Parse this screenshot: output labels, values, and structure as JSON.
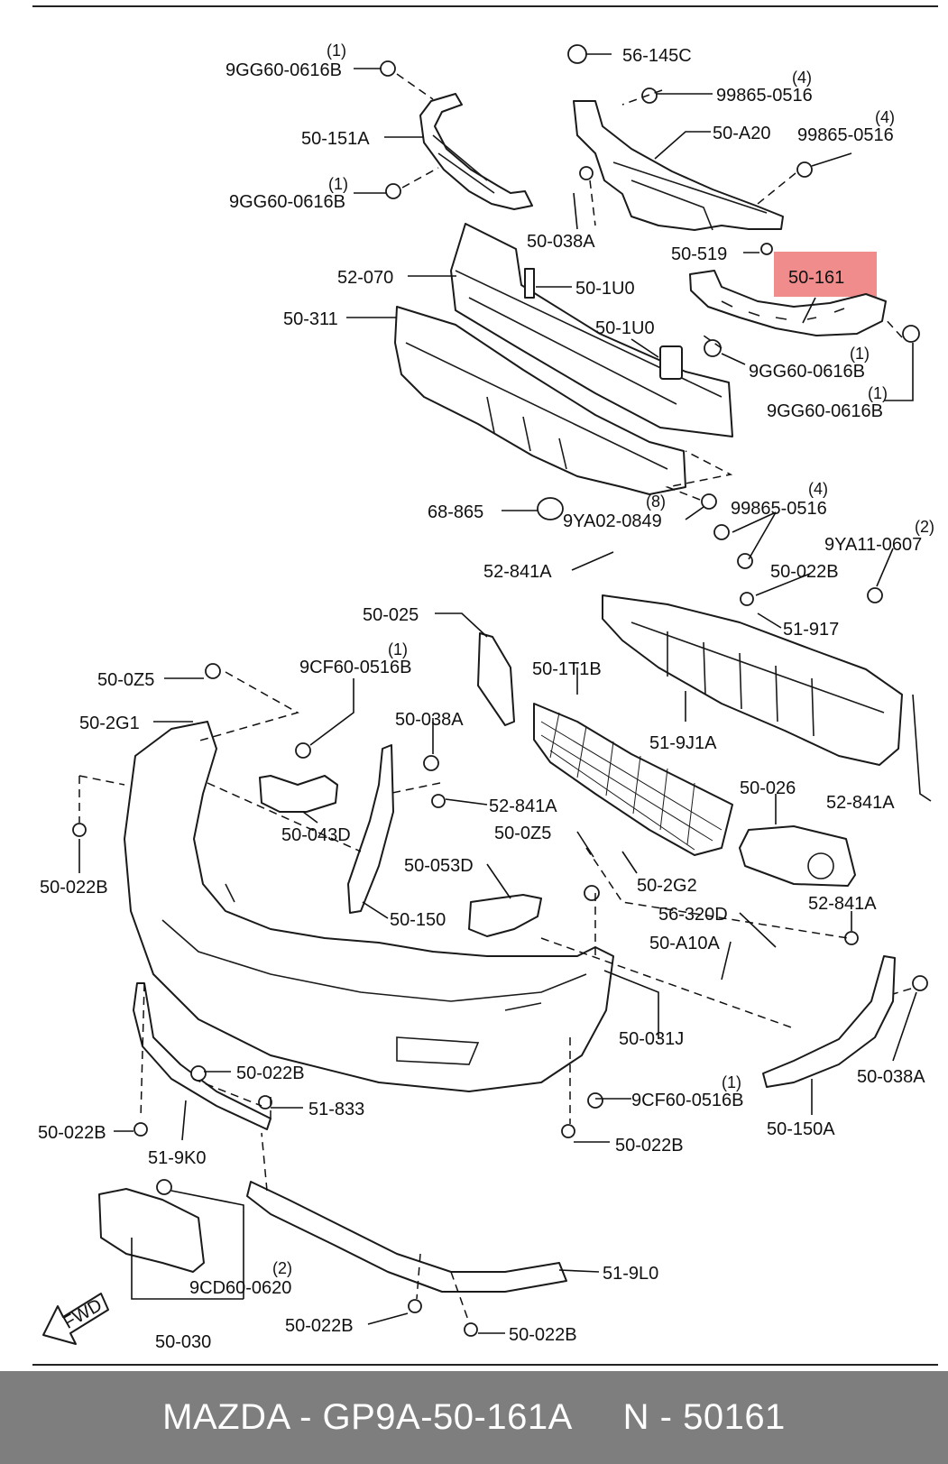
{
  "labels": [
    {
      "id": "56-145C",
      "text": "56-145C"
    },
    {
      "id": "9GG60-0616B-a",
      "text": "9GG60-0616B",
      "qty": "(1)"
    },
    {
      "id": "99865-0516-a",
      "text": "99865-0516",
      "qty": "(4)"
    },
    {
      "id": "50-151A",
      "text": "50-151A"
    },
    {
      "id": "50-A20",
      "text": "50-A20"
    },
    {
      "id": "99865-0516-b",
      "text": "99865-0516",
      "qty": "(4)"
    },
    {
      "id": "9GG60-0616B-b",
      "text": "9GG60-0616B",
      "qty": "(1)"
    },
    {
      "id": "50-038A-a",
      "text": "50-038A"
    },
    {
      "id": "50-519",
      "text": "50-519"
    },
    {
      "id": "52-070",
      "text": "52-070"
    },
    {
      "id": "50-1U0-a",
      "text": "50-1U0"
    },
    {
      "id": "50-161",
      "text": "50-161"
    },
    {
      "id": "50-311",
      "text": "50-311"
    },
    {
      "id": "50-1U0-b",
      "text": "50-1U0"
    },
    {
      "id": "9GG60-0616B-c",
      "text": "9GG60-0616B",
      "qty": "(1)"
    },
    {
      "id": "9GG60-0616B-d",
      "text": "9GG60-0616B",
      "qty": "(1)"
    },
    {
      "id": "68-865",
      "text": "68-865"
    },
    {
      "id": "9YA02-0849",
      "text": "9YA02-0849",
      "qty": "(8)"
    },
    {
      "id": "99865-0516-c",
      "text": "99865-0516",
      "qty": "(4)"
    },
    {
      "id": "9YA11-0607",
      "text": "9YA11-0607",
      "qty": "(2)"
    },
    {
      "id": "52-841A-a",
      "text": "52-841A"
    },
    {
      "id": "50-022B-a",
      "text": "50-022B"
    },
    {
      "id": "50-025",
      "text": "50-025"
    },
    {
      "id": "51-917",
      "text": "51-917"
    },
    {
      "id": "50-0Z5-a",
      "text": "50-0Z5"
    },
    {
      "id": "9CF60-0516B-a",
      "text": "9CF60-0516B",
      "qty": "(1)"
    },
    {
      "id": "50-1T1B",
      "text": "50-1T1B"
    },
    {
      "id": "50-2G1",
      "text": "50-2G1"
    },
    {
      "id": "50-038A-b",
      "text": "50-038A"
    },
    {
      "id": "51-9J1A",
      "text": "51-9J1A"
    },
    {
      "id": "50-026",
      "text": "50-026"
    },
    {
      "id": "52-841A-b",
      "text": "52-841A"
    },
    {
      "id": "52-841A-c",
      "text": "52-841A"
    },
    {
      "id": "50-043D",
      "text": "50-043D"
    },
    {
      "id": "50-0Z5-b",
      "text": "50-0Z5"
    },
    {
      "id": "50-022B-b",
      "text": "50-022B"
    },
    {
      "id": "50-053D",
      "text": "50-053D"
    },
    {
      "id": "50-2G2",
      "text": "50-2G2"
    },
    {
      "id": "50-150",
      "text": "50-150"
    },
    {
      "id": "56-320D",
      "text": "56-320D"
    },
    {
      "id": "52-841A-d",
      "text": "52-841A"
    },
    {
      "id": "50-A10A",
      "text": "50-A10A"
    },
    {
      "id": "50-031J",
      "text": "50-031J"
    },
    {
      "id": "50-038A-c",
      "text": "50-038A"
    },
    {
      "id": "50-022B-c",
      "text": "50-022B"
    },
    {
      "id": "9CF60-0516B-b",
      "text": "9CF60-0516B",
      "qty": "(1)"
    },
    {
      "id": "51-833",
      "text": "51-833"
    },
    {
      "id": "50-022B-d",
      "text": "50-022B"
    },
    {
      "id": "50-150A",
      "text": "50-150A"
    },
    {
      "id": "51-9K0",
      "text": "51-9K0"
    },
    {
      "id": "50-022B-e",
      "text": "50-022B"
    },
    {
      "id": "9CD60-0620",
      "text": "9CD60-0620",
      "qty": "(2)"
    },
    {
      "id": "51-9L0",
      "text": "51-9L0"
    },
    {
      "id": "50-022B-f",
      "text": "50-022B"
    },
    {
      "id": "50-022B-g",
      "text": "50-022B"
    },
    {
      "id": "50-030",
      "text": "50-030"
    }
  ],
  "highlight": {
    "part": "50-161",
    "color": "#f08c8c"
  },
  "fwd_label": "FWD",
  "footer": {
    "caption": "MAZDA - GP9A-50-161A     N - 50161",
    "background": "#7e7e7e"
  }
}
